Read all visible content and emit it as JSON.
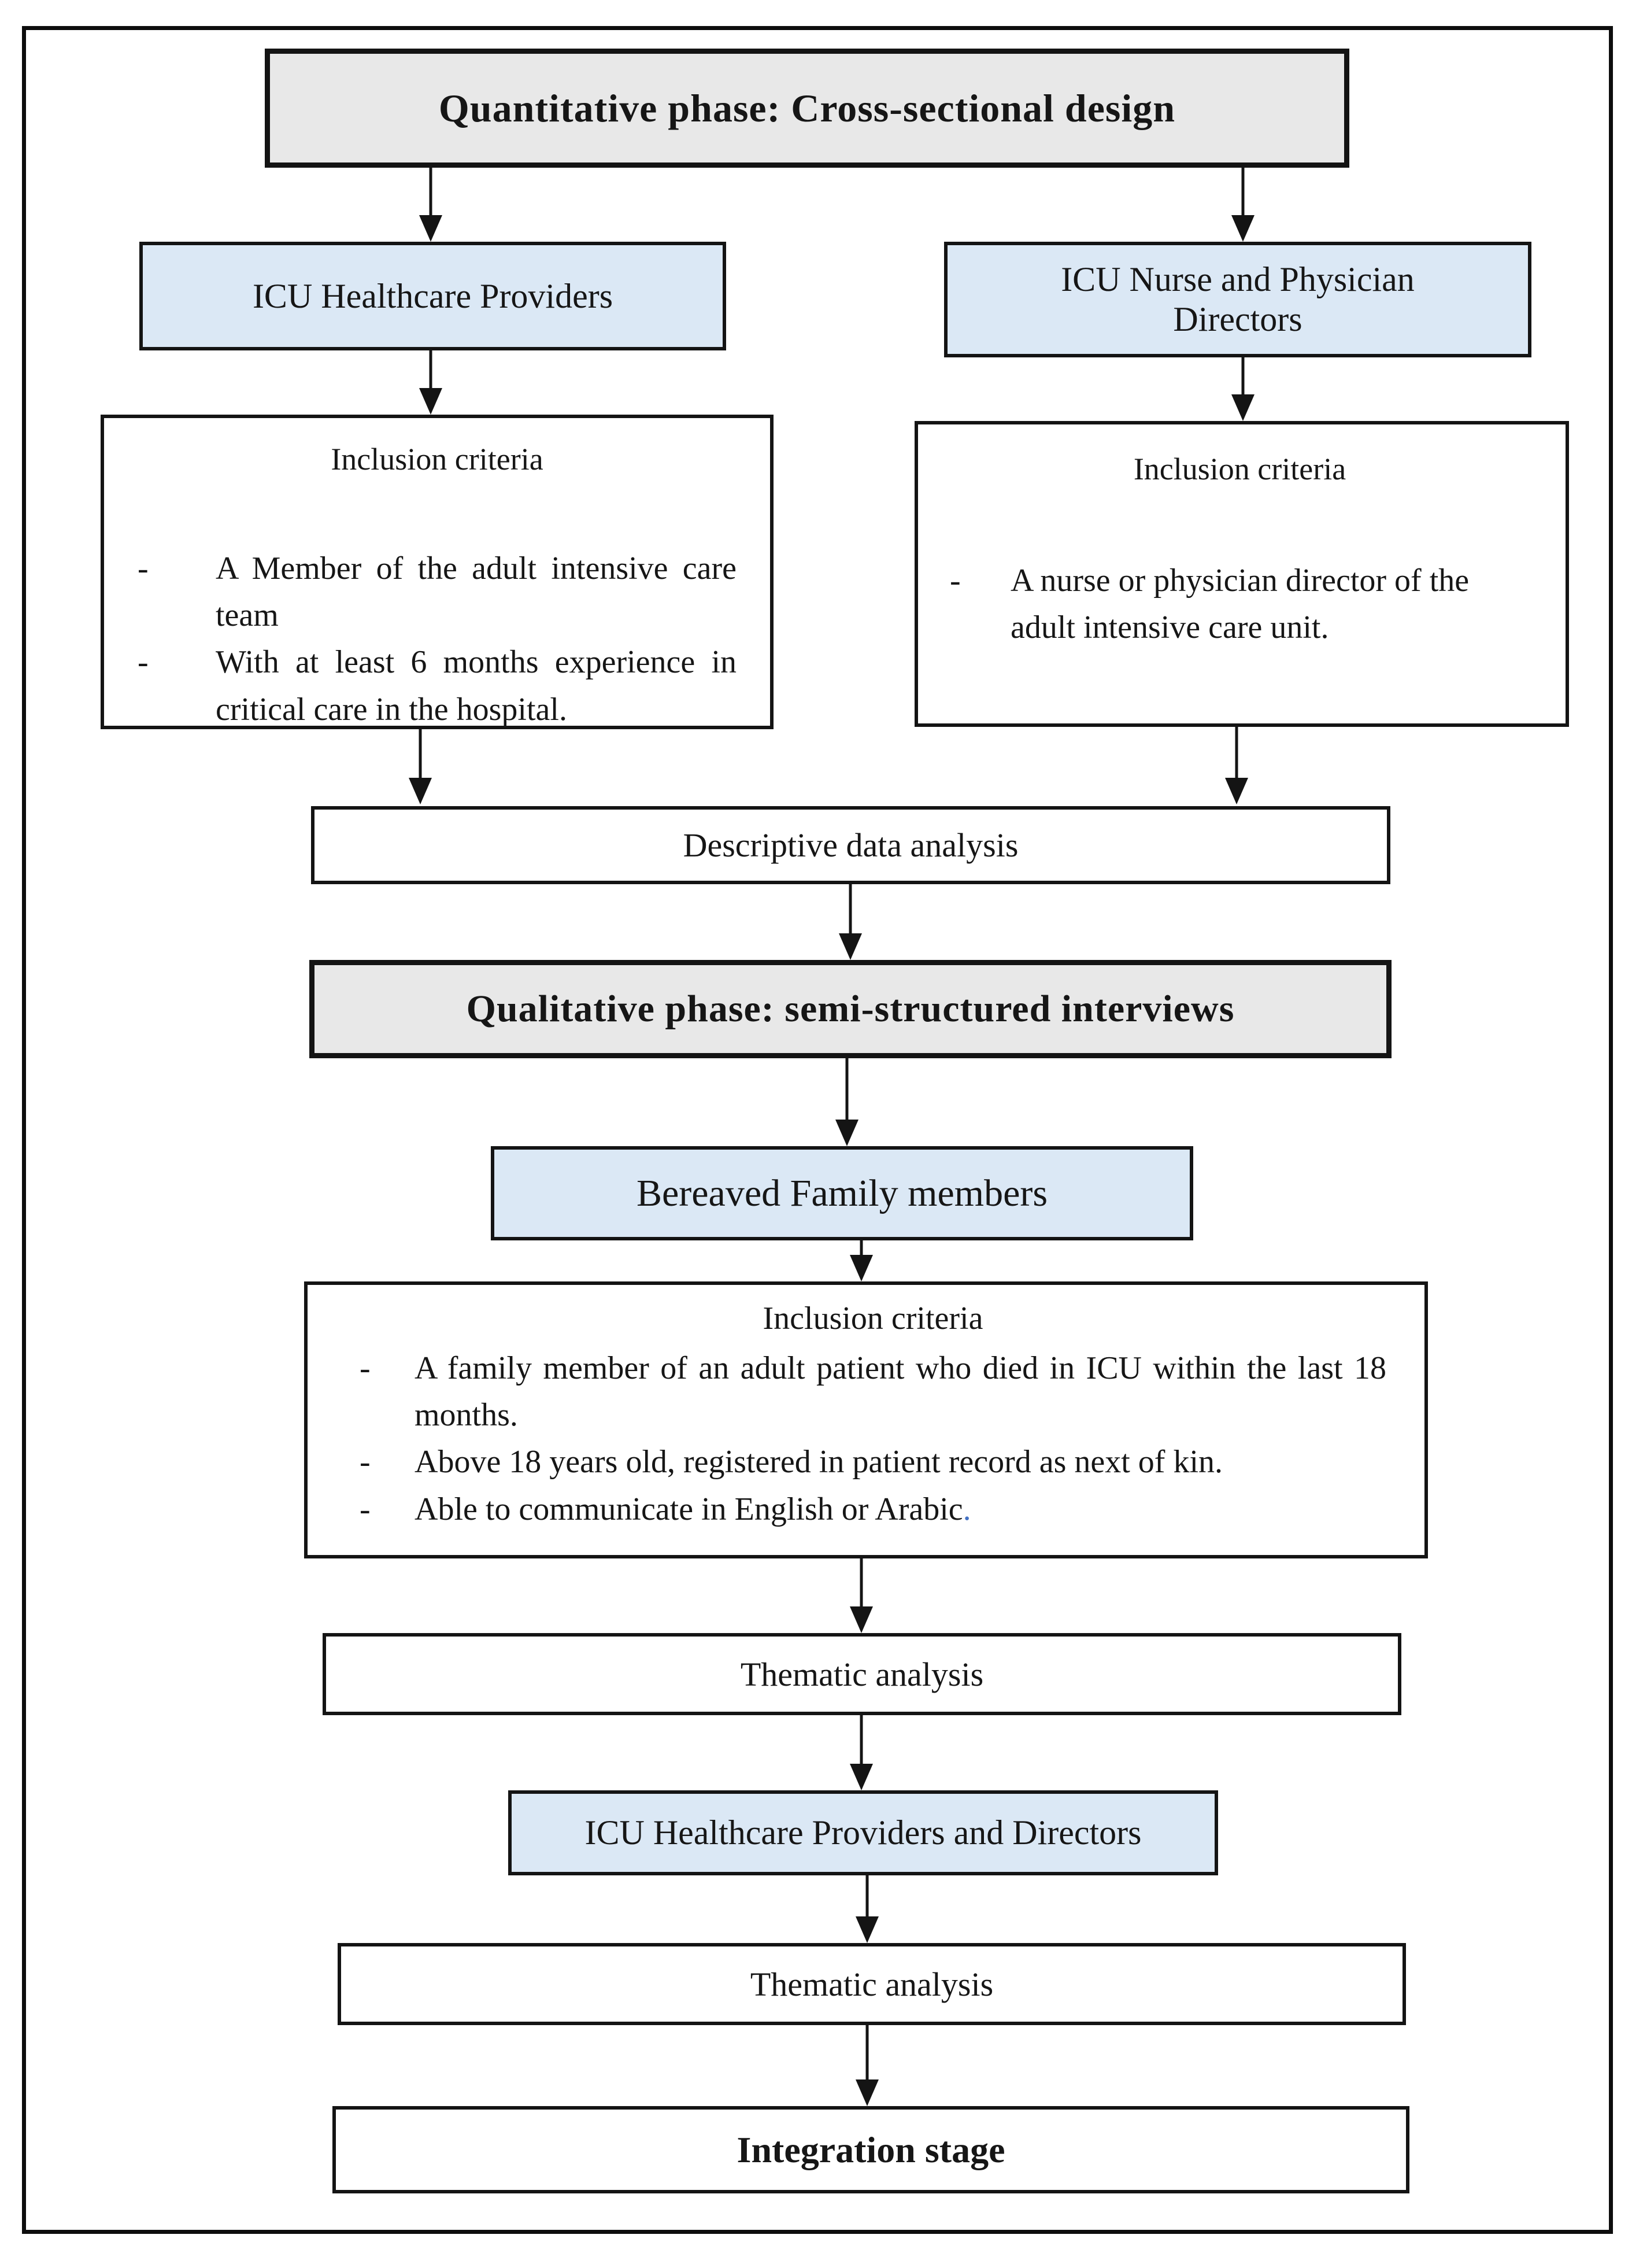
{
  "flowchart": {
    "bullet_marker": "-",
    "quantitative_phase_box": "Quantitative phase: Cross-sectional design",
    "left_branch": {
      "population": "ICU Healthcare Providers",
      "criteria_heading": "Inclusion criteria",
      "criteria": [
        "A Member of the adult intensive care team",
        "With at least 6 months experience in critical care in the hospital."
      ]
    },
    "right_branch": {
      "population": "ICU Nurse and Physician Directors",
      "criteria_heading": "Inclusion criteria",
      "criteria": [
        "A nurse or physician director of the adult intensive care unit."
      ]
    },
    "descriptive_analysis_box": "Descriptive data analysis",
    "qualitative_phase_box": "Qualitative phase: semi-structured interviews",
    "bereaved_family_box": "Bereaved Family members",
    "family_criteria": {
      "heading": "Inclusion criteria",
      "criteria": [
        "A family member of an adult patient who died in ICU within the last 18 months.",
        "Above 18 years old, registered in patient record as next of kin.",
        "Able to communicate in English or Arabic"
      ],
      "trailing_period": "."
    },
    "thematic_analysis_box_1": "Thematic analysis",
    "providers_directors_box": "ICU Healthcare Providers and Directors",
    "thematic_analysis_box_2": "Thematic analysis",
    "integration_box": "Integration stage",
    "colors": {
      "phase_box_fill": "#e8e8e8",
      "population_box_fill": "#dbe8f5",
      "box_border": "#141414",
      "arabic_period_accent": "#4472c4"
    }
  }
}
